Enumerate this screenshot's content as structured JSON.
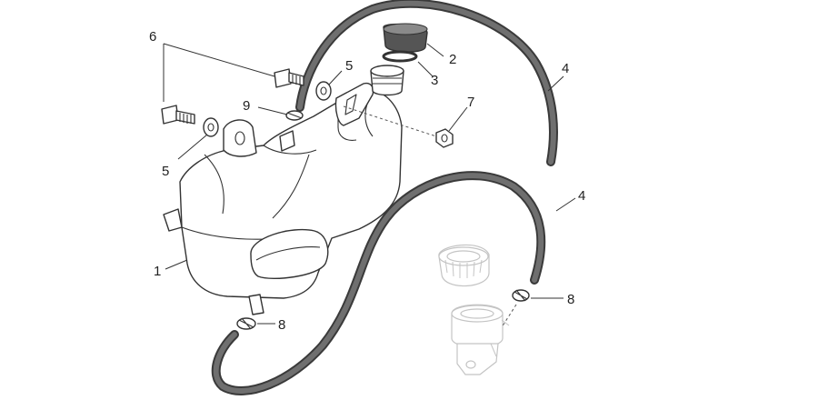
{
  "callouts": {
    "p1": "1",
    "p2": "2",
    "p3": "3",
    "p4a": "4",
    "p4b": "4",
    "p5a": "5",
    "p5b": "5",
    "p6": "6",
    "p7": "7",
    "p8a": "8",
    "p8b": "8",
    "p9": "9"
  }
}
